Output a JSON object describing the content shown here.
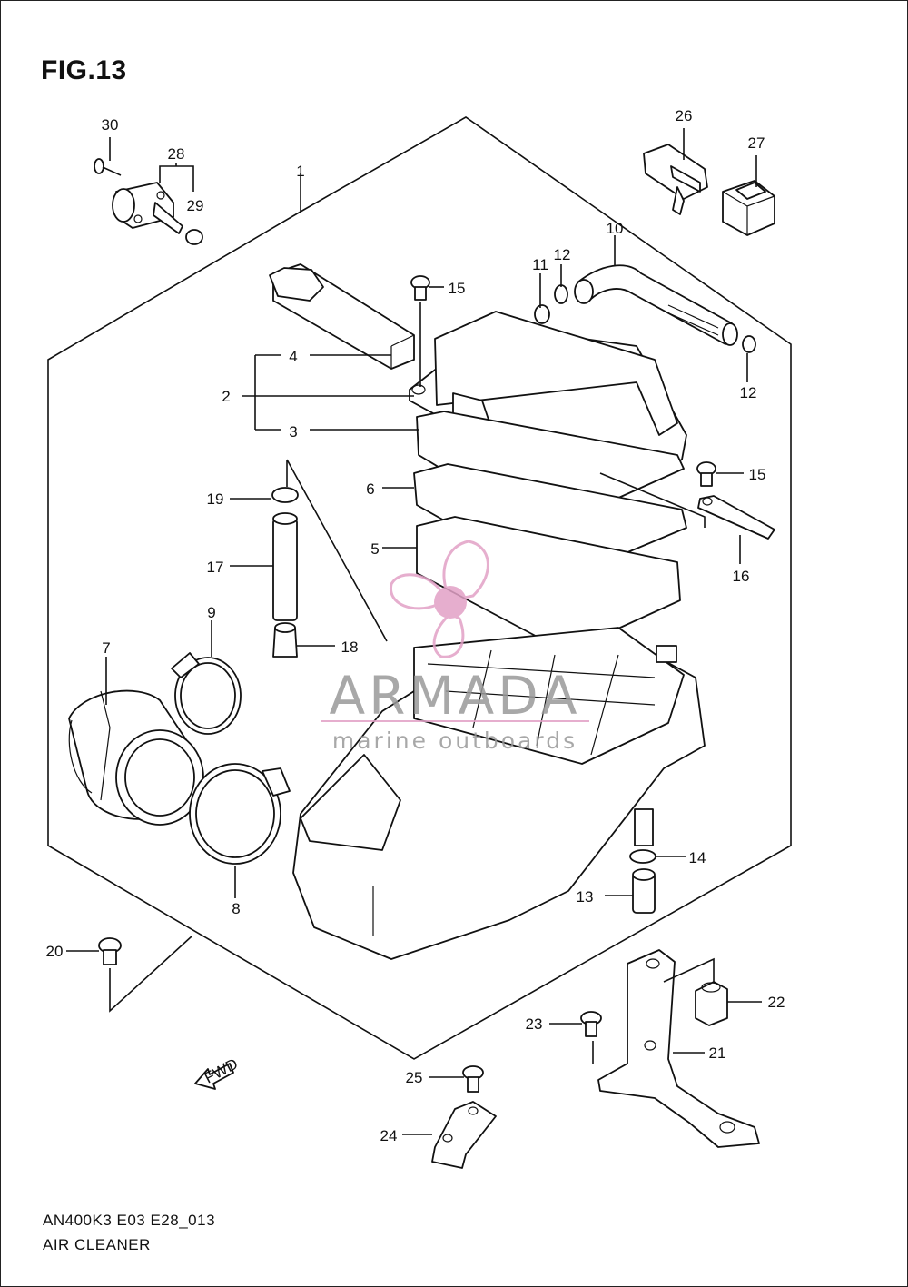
{
  "figure": {
    "title": "FIG.13"
  },
  "footer": {
    "code": "AN400K3 E03 E28_013",
    "name": "AIR CLEANER"
  },
  "watermark": {
    "brand": "ARMADA",
    "tagline": "marine outboards",
    "accent": "#e2a1c6",
    "gray": "#9a9a9a"
  },
  "fwd_arrow": {
    "label": "FWD"
  },
  "callouts": [
    {
      "n": "1"
    },
    {
      "n": "2"
    },
    {
      "n": "3"
    },
    {
      "n": "4"
    },
    {
      "n": "5"
    },
    {
      "n": "6"
    },
    {
      "n": "7"
    },
    {
      "n": "8"
    },
    {
      "n": "9"
    },
    {
      "n": "10"
    },
    {
      "n": "11"
    },
    {
      "n": "12"
    },
    {
      "n": "12"
    },
    {
      "n": "13"
    },
    {
      "n": "14"
    },
    {
      "n": "15"
    },
    {
      "n": "15"
    },
    {
      "n": "16"
    },
    {
      "n": "17"
    },
    {
      "n": "18"
    },
    {
      "n": "19"
    },
    {
      "n": "20"
    },
    {
      "n": "21"
    },
    {
      "n": "22"
    },
    {
      "n": "23"
    },
    {
      "n": "24"
    },
    {
      "n": "25"
    },
    {
      "n": "26"
    },
    {
      "n": "27"
    },
    {
      "n": "28"
    },
    {
      "n": "29"
    },
    {
      "n": "30"
    }
  ]
}
